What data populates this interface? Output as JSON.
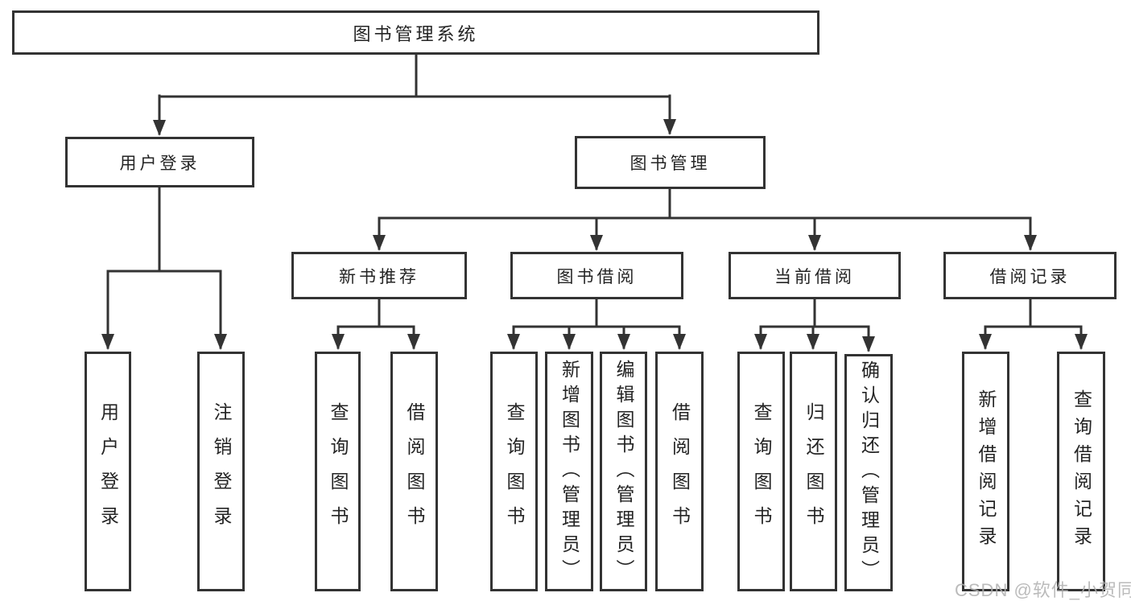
{
  "diagram": {
    "title": "图书管理系统",
    "root": {
      "label": "图书管理系统"
    },
    "level2": {
      "user_login": {
        "label": "用户登录"
      },
      "book_mgmt": {
        "label": "图书管理"
      }
    },
    "level3": {
      "new_book": {
        "label": "新书推荐"
      },
      "book_borrow": {
        "label": "图书借阅"
      },
      "current_borrow": {
        "label": "当前借阅"
      },
      "borrow_record": {
        "label": "借阅记录"
      }
    },
    "leaves": {
      "user_login": [
        "用户登录",
        "注销登录"
      ],
      "new_book": [
        "查询图书",
        "借阅图书"
      ],
      "book_borrow": [
        "查询图书",
        "新增图书（管理员）",
        "编辑图书（管理员）",
        "借阅图书"
      ],
      "current_borrow": [
        "查询图书",
        "归还图书",
        "确认归还（管理员）"
      ],
      "borrow_record": [
        "新增借阅记录",
        "查询借阅记录"
      ]
    }
  },
  "watermark": "CSDN @软件_小贺同学",
  "colors": {
    "line": "#333333",
    "box_border": "#333333",
    "text": "#242424",
    "background": "#ffffff",
    "watermark": "#b0b0b0"
  }
}
